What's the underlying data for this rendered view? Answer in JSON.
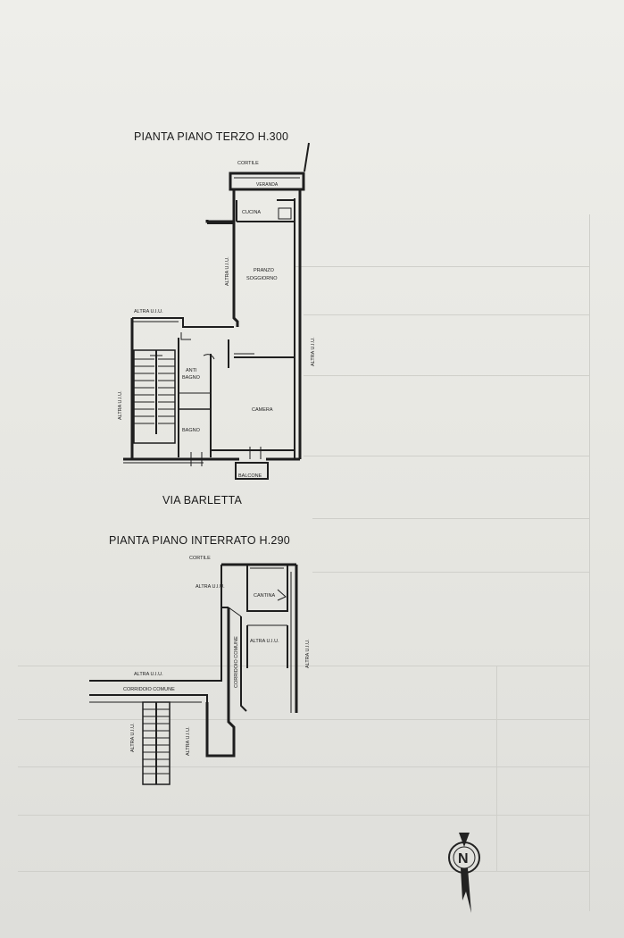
{
  "plan_upper": {
    "title": "PIANTA PIANO TERZO H.300",
    "rooms": {
      "cortile": "CORTILE",
      "veranda": "VERANDA",
      "cucina": "CUCINA",
      "pranzo_line1": "PRANZO",
      "pranzo_line2": "SOGGIORNO",
      "camera": "CAMERA",
      "antibagno_line1": "ANTI",
      "antibagno_line2": "BAGNO",
      "bagno": "BAGNO",
      "balcone": "BALCONE",
      "altra_ud_top": "ALTRA U.I.U.",
      "altra_ud_left": "ALTRA U.I.U.",
      "altra_ud_mid": "ALTRA U.I.U.",
      "altra_ud_right": "ALTRA U.I.U."
    },
    "street": "VIA BARLETTA"
  },
  "plan_basement": {
    "title": "PIANTA PIANO INTERRATO H.290",
    "rooms": {
      "cortile": "CORTILE",
      "cantina": "CANTINA",
      "altra_ud_top": "ALTRA U.I.U.",
      "altra_ud_mid": "ALTRA U.I.U.",
      "altra_ud_right": "ALTRA U.I.U.",
      "altra_ud_left": "ALTRA U.I.U.",
      "altra_ud_stair_left": "ALTRA U.I.U.",
      "altra_ud_stair_right": "ALTRA U.I.U.",
      "corridoio_vertical": "CORRIDOIO COMUNE",
      "corridoio_horizontal": "CORRIDOIO COMUNE"
    }
  },
  "compass": {
    "letter": "N",
    "icon": "north-arrow-icon"
  },
  "colors": {
    "paper": "#e9e9e4",
    "ink": "#1e1e1e",
    "ghost": "#cfcfca"
  }
}
